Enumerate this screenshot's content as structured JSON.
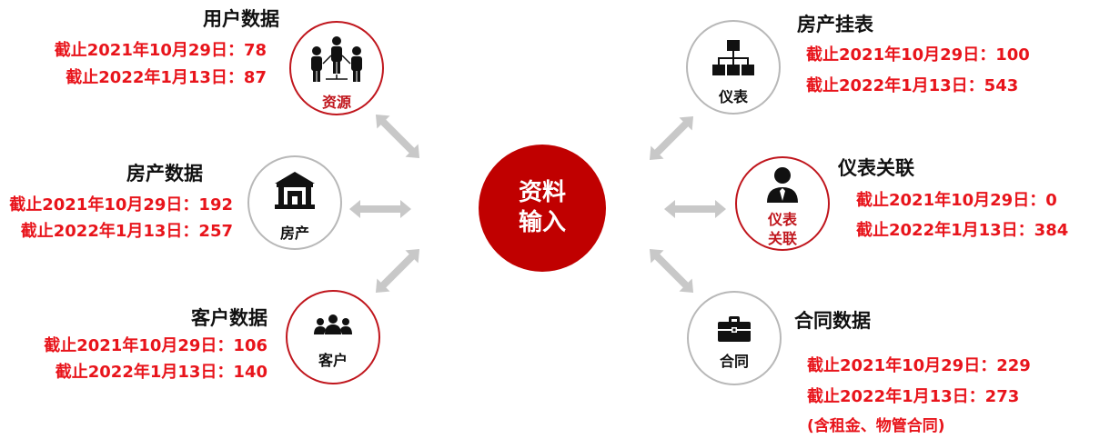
{
  "center": {
    "line1": "资料",
    "line2": "输入"
  },
  "nodes": {
    "users": {
      "circle_label": "资源",
      "title": "用户数据",
      "stat1": "截止2021年10月29日：78",
      "stat2": "截止2022年1月13日：87"
    },
    "property": {
      "circle_label": "房产",
      "title": "房产数据",
      "stat1": "截止2021年10月29日：192",
      "stat2": "截止2022年1月13日：257"
    },
    "customer": {
      "circle_label": "客户",
      "title": "客户数据",
      "stat1": "截止2021年10月29日：106",
      "stat2": "截止2022年1月13日：140"
    },
    "meter": {
      "circle_label": "仪表",
      "title": "房产挂表",
      "stat1": "截止2021年10月29日：100",
      "stat2": "截止2022年1月13日：543"
    },
    "meter_link": {
      "circle_label_1": "仪表",
      "circle_label_2": "关联",
      "title": "仪表关联",
      "stat1": "截止2021年10月29日：0",
      "stat2": "截止2022年1月13日：384"
    },
    "contract": {
      "circle_label": "合同",
      "title": "合同数据",
      "stat1": "截止2021年10月29日：229",
      "stat2": "截止2022年1月13日：273",
      "note": "(含租金、物管合同)"
    }
  },
  "colors": {
    "accent_red": "#c00000",
    "stat_red": "#e8141b",
    "ring_red": "#c0161d",
    "ring_gray": "#b8b8b8",
    "arrow_gray": "#c8c8c8"
  },
  "icons": [
    "people-hierarchy-icon",
    "house-icon",
    "group-icon",
    "org-chart-icon",
    "businessman-icon",
    "briefcase-icon"
  ]
}
